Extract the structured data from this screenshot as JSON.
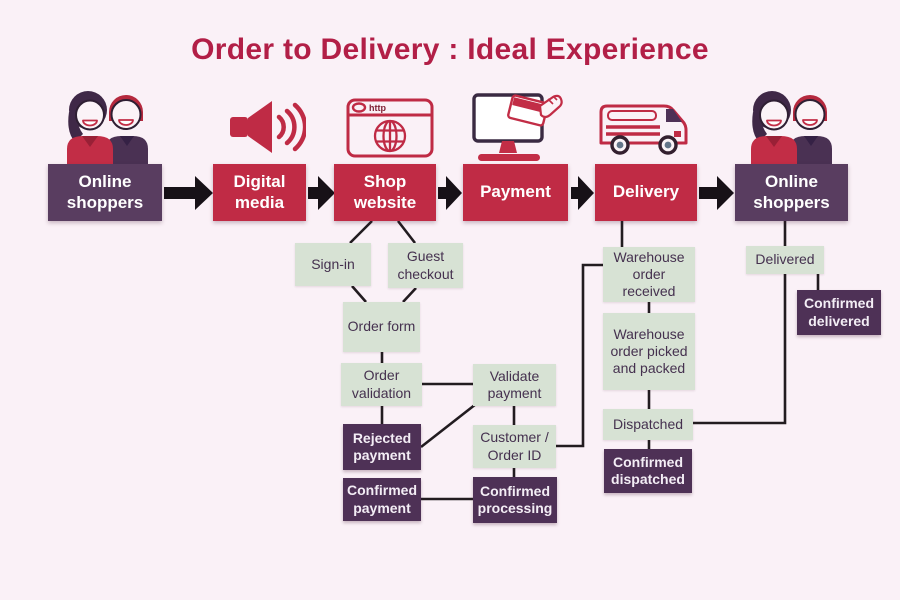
{
  "title": "Order to Delivery : Ideal Experience",
  "colors": {
    "background": "#faf1f7",
    "accent_red": "#c02b45",
    "title_red": "#b21f47",
    "main_purple": "#593d60",
    "dark_purple": "#4e3156",
    "light_green": "#d7e2d4",
    "green_text": "#45314f",
    "connector": "#221c20"
  },
  "nodes": {
    "online_shoppers_left": {
      "label": "Online shoppers"
    },
    "digital_media": {
      "label": "Digital media"
    },
    "shop_website": {
      "label": "Shop website"
    },
    "payment": {
      "label": "Payment"
    },
    "delivery": {
      "label": "Delivery"
    },
    "online_shoppers_right": {
      "label": "Online shoppers"
    },
    "sign_in": {
      "label": "Sign-in"
    },
    "guest_checkout": {
      "label": "Guest checkout"
    },
    "order_form": {
      "label": "Order form"
    },
    "order_validation": {
      "label": "Order validation"
    },
    "rejected_payment": {
      "label": "Rejected payment"
    },
    "confirmed_payment": {
      "label": "Confirmed payment"
    },
    "validate_payment": {
      "label": "Validate payment"
    },
    "customer_order_id": {
      "label": "Customer / Order ID"
    },
    "confirmed_processing": {
      "label": "Confirmed processing"
    },
    "warehouse_order_received": {
      "label": "Warehouse order received"
    },
    "warehouse_order_picked": {
      "label": "Warehouse order picked and packed"
    },
    "dispatched": {
      "label": "Dispatched"
    },
    "confirmed_dispatched": {
      "label": "Confirmed dispatched"
    },
    "delivered": {
      "label": "Delivered"
    },
    "confirmed_delivered": {
      "label": "Confirmed delivered"
    }
  },
  "icons": {
    "browser_address_text": "http"
  }
}
